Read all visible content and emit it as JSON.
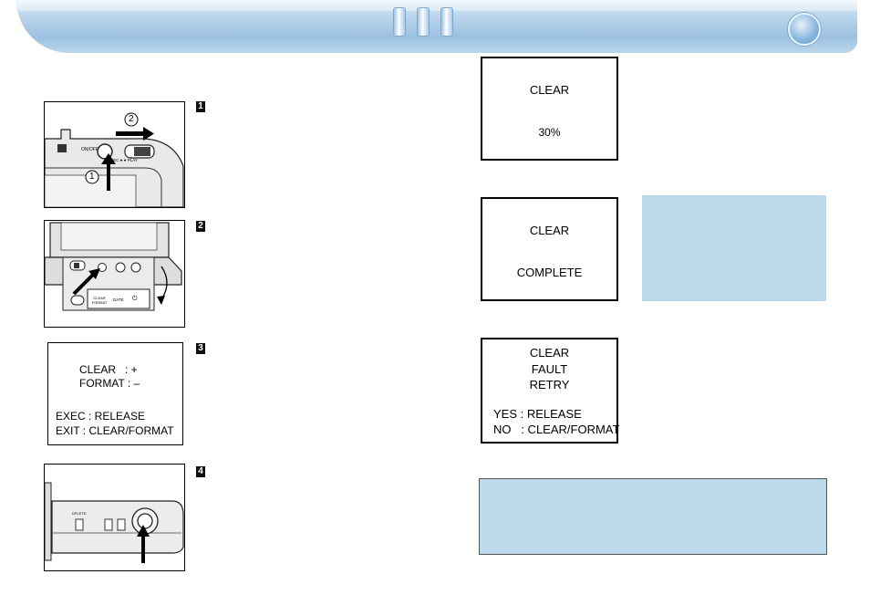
{
  "header": {
    "color": "#a9cbe6"
  },
  "figures": {
    "fig1": {
      "step": "1",
      "circle1": "1",
      "circle2": "2",
      "onoff": "ON/OFF",
      "play": "REC ● ● PLAY"
    },
    "fig2": {
      "step": "2",
      "btn_clear": "CLEAR FORMAT",
      "btn_date": "DATE",
      "btn_power": "⏻"
    },
    "fig3": {
      "step": "3",
      "line1": "CLEAR   : +",
      "line2": "FORMAT : –",
      "line3": "EXEC : RELEASE",
      "line4": "EXIT : CLEAR/FORMAT"
    },
    "fig4": {
      "step": "4",
      "label": "DPLETE"
    }
  },
  "lcd": {
    "progress": {
      "line1": "CLEAR",
      "line2": "30%"
    },
    "complete": {
      "line1": "CLEAR",
      "line2": "COMPLETE"
    },
    "fault": {
      "line1": "CLEAR",
      "line2": "FAULT",
      "line3": "RETRY",
      "line4": "YES : RELEASE",
      "line5": "NO   : CLEAR/FORMAT"
    }
  },
  "colors": {
    "note_box": "#bcd9ec"
  }
}
